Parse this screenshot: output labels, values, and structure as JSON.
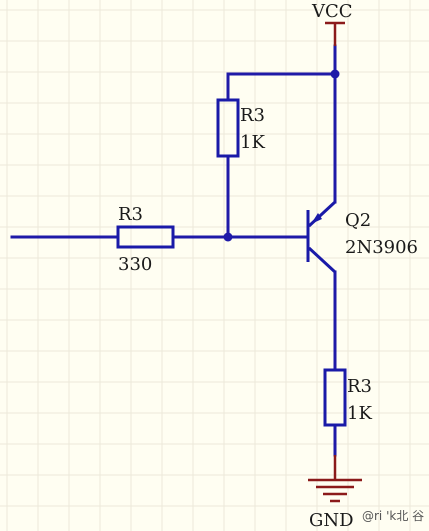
{
  "colors": {
    "background": "#fffef2",
    "grid": "#ece8da",
    "wire": "#1f1aa8",
    "component": "#1a1aa8",
    "power": "#8b1a1a",
    "text": "#1a1a1a"
  },
  "power": {
    "vcc_label": "VCC",
    "gnd_label": "GND"
  },
  "components": {
    "r_base": {
      "designator": "R3",
      "value": "330"
    },
    "r_pullup": {
      "designator": "R3",
      "value": "1K"
    },
    "r_collector": {
      "designator": "R3",
      "value": "1K"
    },
    "transistor": {
      "designator": "Q2",
      "part": "2N3906"
    }
  },
  "watermark": {
    "text": "@ri 'k北 ⾕"
  }
}
